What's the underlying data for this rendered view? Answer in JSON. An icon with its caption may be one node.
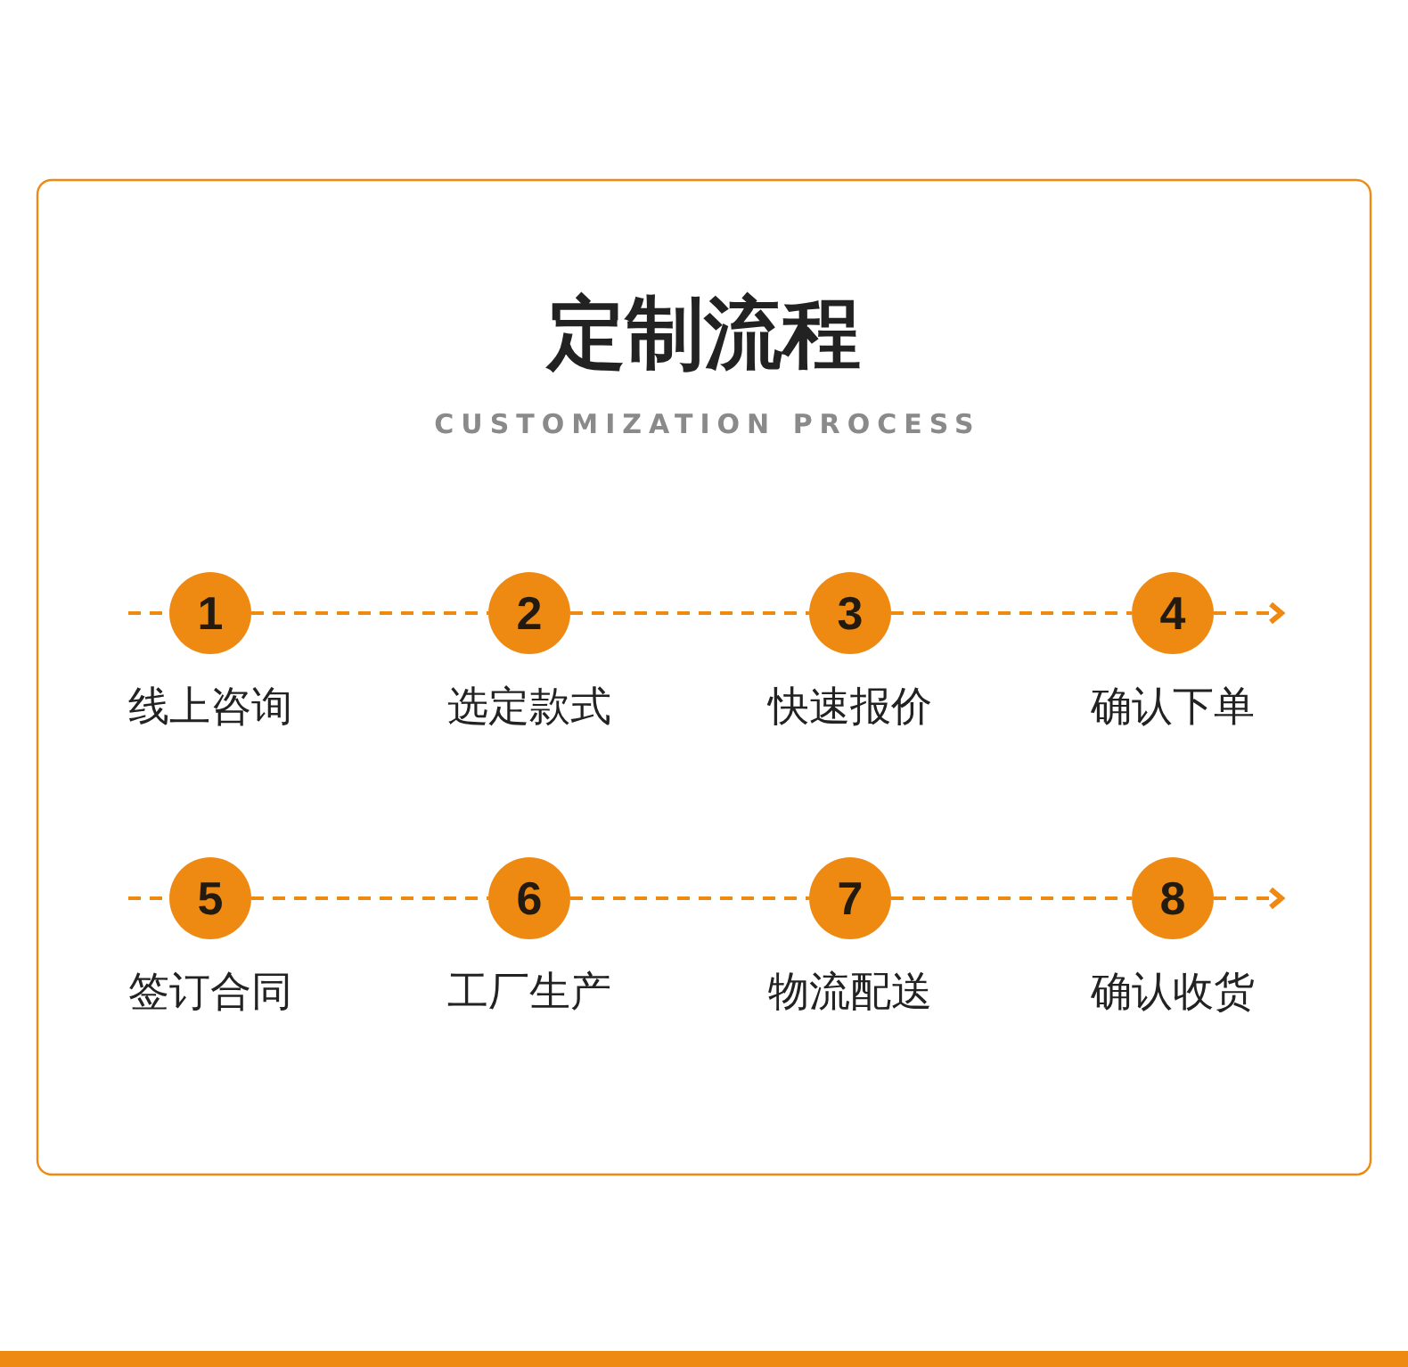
{
  "diagram": {
    "title": "定制流程",
    "nodes": [
      {
        "text": [
          "1"
        ],
        "beside": [
          "线上咨询"
        ]
      },
      {
        "text": [
          "2"
        ],
        "beside": [
          "选定款式"
        ]
      },
      {
        "text": [
          "3"
        ],
        "beside": [
          "快速报价"
        ]
      },
      {
        "text": [
          "4"
        ],
        "beside": [
          "确认下单"
        ]
      },
      {
        "text": [
          "5"
        ],
        "beside": [
          "签订合同"
        ]
      },
      {
        "text": [
          "6"
        ],
        "beside": [
          "工厂生产"
        ]
      },
      {
        "text": [
          "7"
        ],
        "beside": [
          "物流配送"
        ]
      },
      {
        "text": [
          "8"
        ],
        "beside": [
          "确认收货"
        ]
      }
    ],
    "edges": [
      {
        "from": null,
        "to": 0,
        "arrow": "none",
        "style": "dashed"
      },
      {
        "from": 0,
        "to": 1,
        "arrow": "none",
        "style": "dashed"
      },
      {
        "from": 1,
        "to": 2,
        "arrow": "none",
        "style": "dashed"
      },
      {
        "from": 2,
        "to": 3,
        "arrow": "none",
        "style": "dashed"
      },
      {
        "from": 3,
        "to": null,
        "arrow": "to",
        "style": "dashed"
      },
      {
        "from": null,
        "to": 4,
        "arrow": "none",
        "style": "dashed"
      },
      {
        "from": 4,
        "to": 5,
        "arrow": "none",
        "style": "dashed"
      },
      {
        "from": 5,
        "to": 6,
        "arrow": "none",
        "style": "dashed"
      },
      {
        "from": 6,
        "to": 7,
        "arrow": "none",
        "style": "dashed"
      },
      {
        "from": 7,
        "to": null,
        "arrow": "to",
        "style": "dashed"
      }
    ],
    "labels": [
      "CUSTOMIZATION PROCESS"
    ]
  }
}
